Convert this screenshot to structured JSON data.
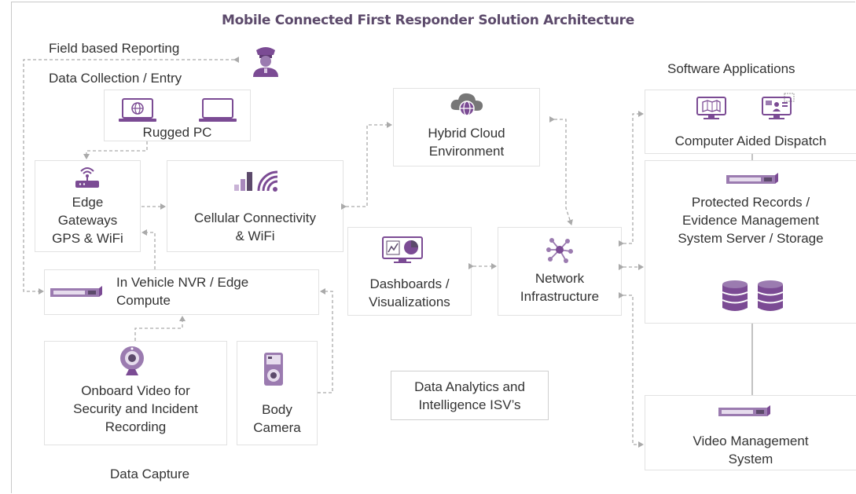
{
  "title": "Mobile Connected First Responder Solution Architecture",
  "labels": {
    "field_reporting": "Field based Reporting",
    "data_collection": "Data Collection / Entry",
    "rugged_pc": "Rugged PC",
    "edge_gateways": "Edge\nGateways\nGPS & WiFi",
    "cellular": "Cellular Connectivity\n& WiFi",
    "hybrid_cloud": "Hybrid Cloud\nEnvironment",
    "nvr": "In Vehicle NVR / Edge\nCompute",
    "dashboards": "Dashboards /\nVisualizations",
    "network": "Network\nInfrastructure",
    "onboard_video": "Onboard Video for\nSecurity and Incident\nRecording",
    "body_camera": "Body\nCamera",
    "analytics": "Data Analytics and\nIntelligence ISV’s",
    "data_capture": "Data Capture",
    "software_apps": "Software Applications",
    "cad": "Computer Aided Dispatch",
    "records": "Protected Records /\nEvidence Management\nSystem Server / Storage",
    "vms": "Video Management\nSystem"
  },
  "icons": [
    "officer-icon",
    "laptop-globe-icon",
    "laptop-icon",
    "router-icon",
    "signal-bars-icon",
    "wifi-icon",
    "cloud-globe-icon",
    "server-icon",
    "chart-monitor-icon",
    "network-node-icon",
    "webcam-icon",
    "body-camera-icon",
    "map-monitor-icon",
    "dispatch-monitor-icon",
    "database-icon"
  ],
  "colors": {
    "accent": "#7b4b94",
    "title": "#5c4a6b",
    "line": "#aaaaaa",
    "box_border": "#e2e2e2"
  }
}
